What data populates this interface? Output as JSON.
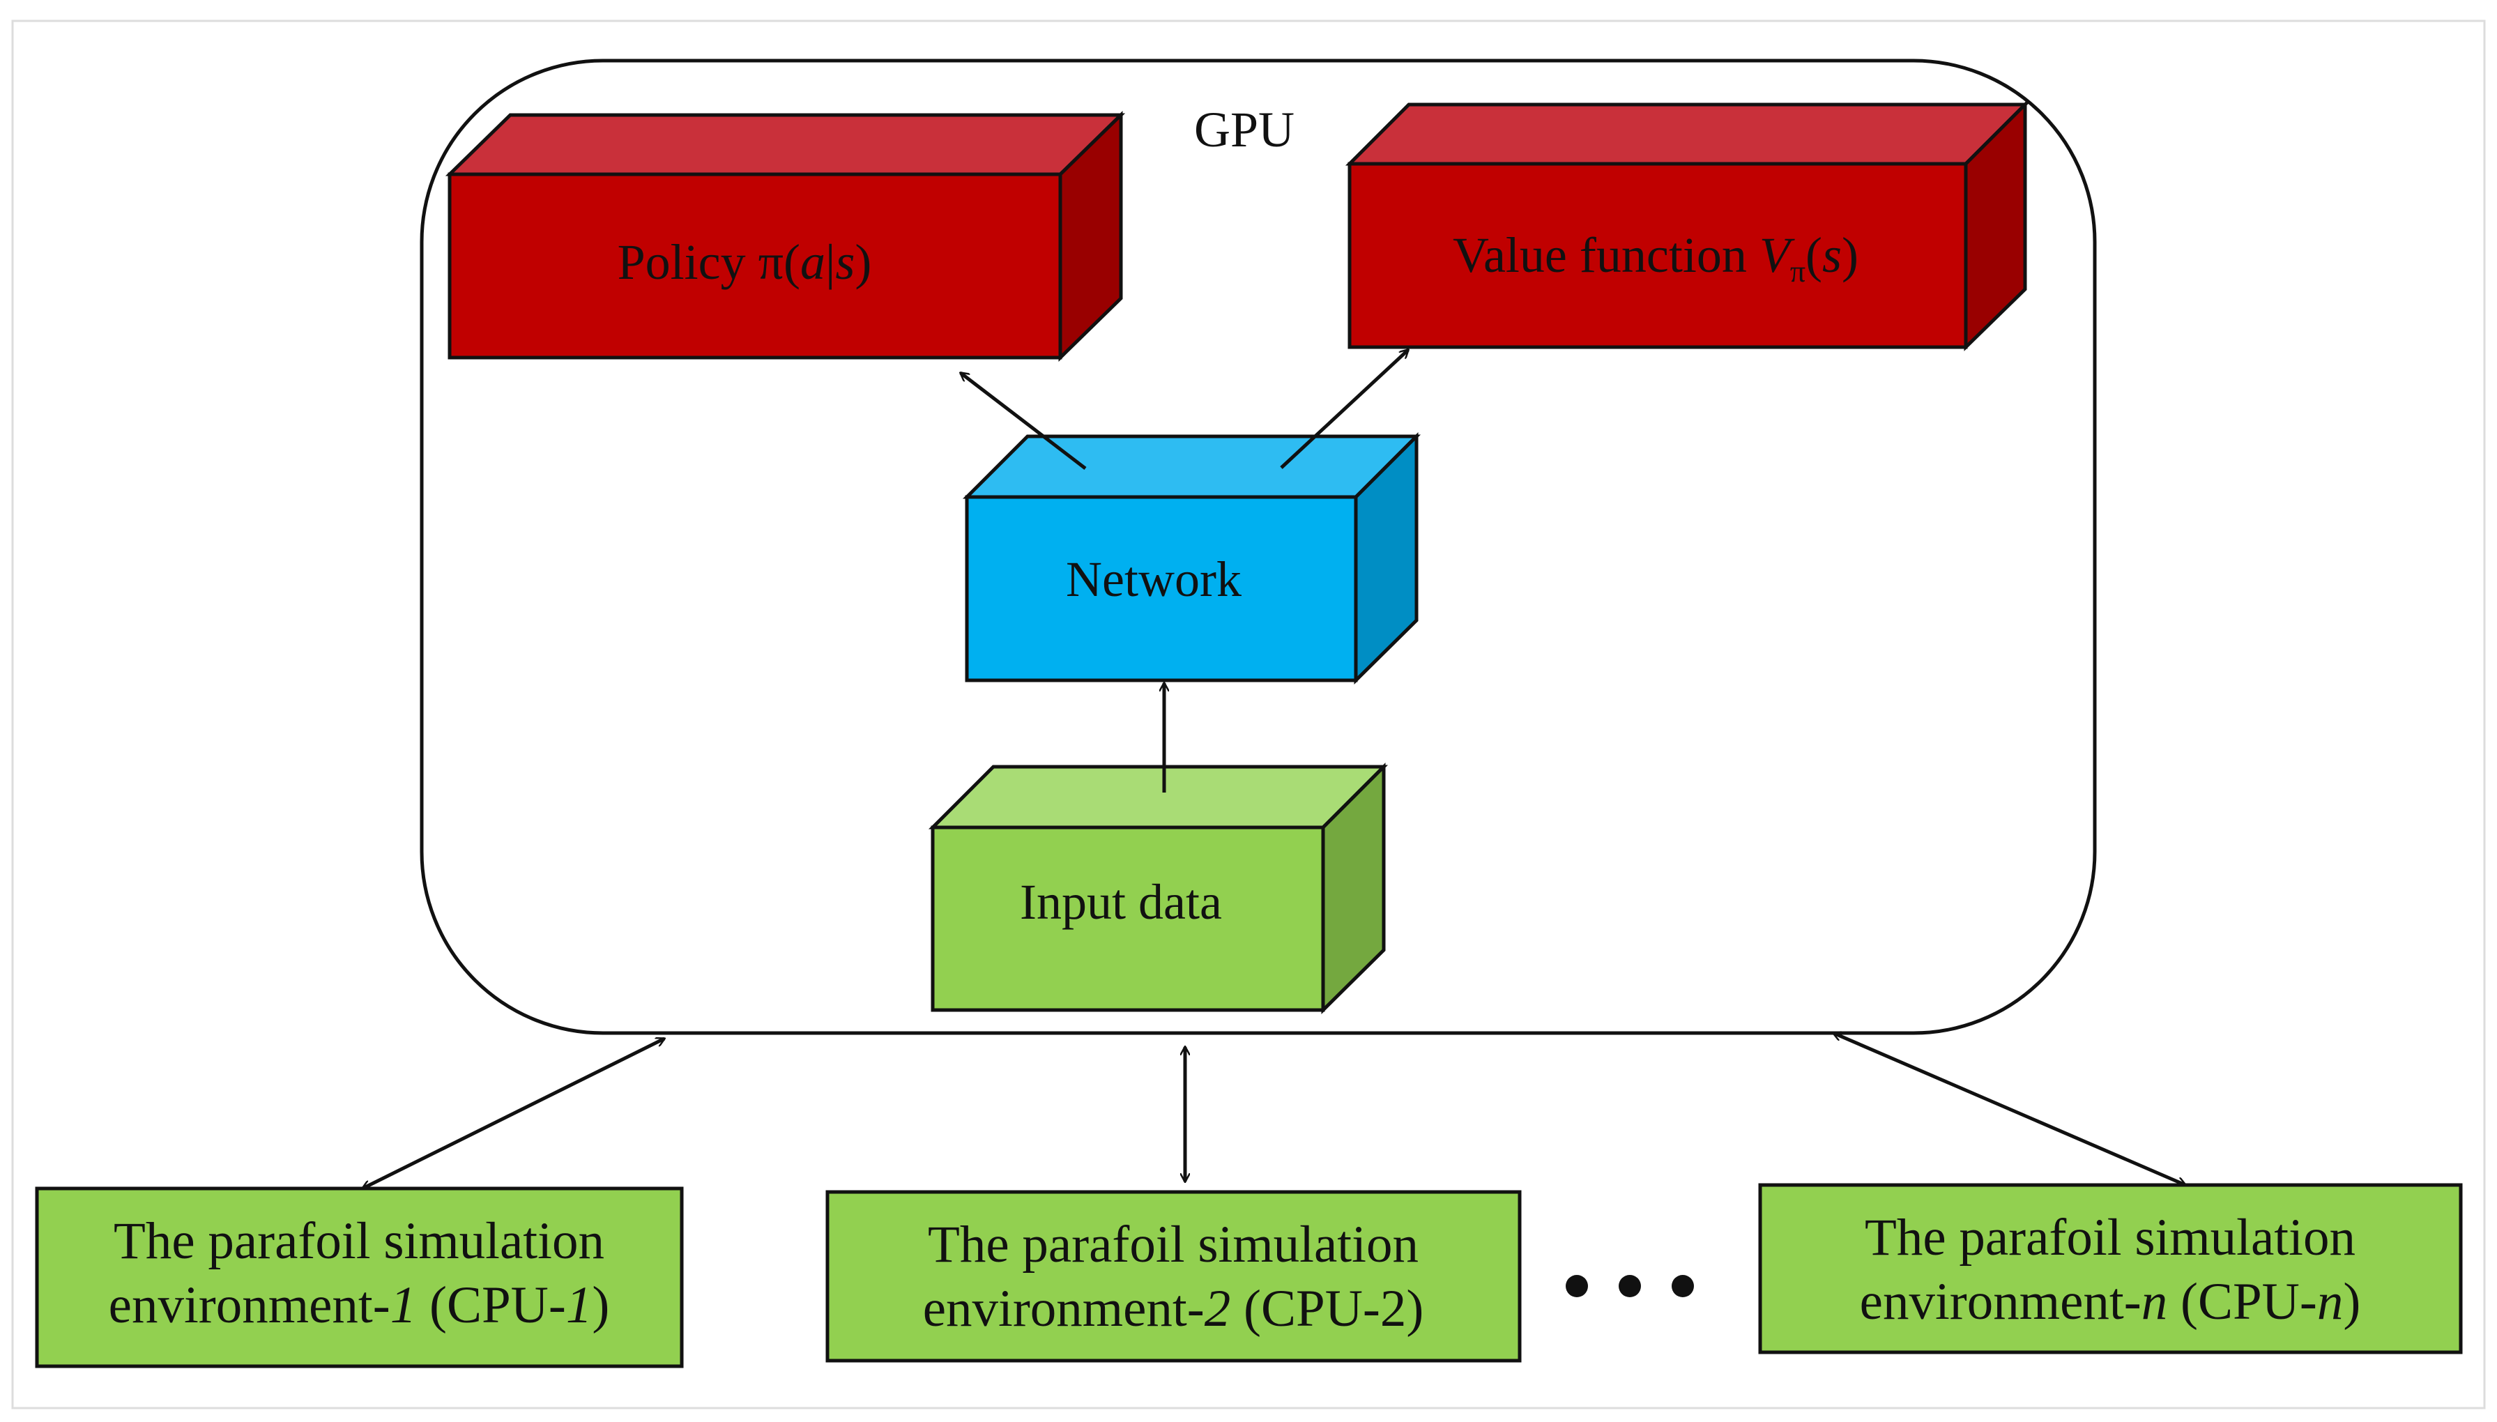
{
  "gpu": {
    "label": "GPU"
  },
  "policy": {
    "prefix": "Policy ",
    "pi": "π",
    "open": "(",
    "a": "a",
    "bar": "|",
    "s": "s",
    "close": ")"
  },
  "value": {
    "prefix": "Value function ",
    "V": "V",
    "sub": "π",
    "open": "(",
    "s": "s",
    "close": ")"
  },
  "network": {
    "label": "Network"
  },
  "input": {
    "label": "Input data"
  },
  "env1": {
    "line1": "The parafoil simulation",
    "line2_prefix": "environment-",
    "line2_idx": "1",
    "line2_mid": " (CPU-",
    "line2_idx2": "1",
    "line2_end": ")"
  },
  "env2": {
    "line1": "The parafoil simulation",
    "line2_prefix": "environment-",
    "line2_idx": "2",
    "line2_mid": " (CPU-2)"
  },
  "envn": {
    "line1": "The parafoil simulation",
    "line2_prefix": "environment-",
    "line2_idx": "n",
    "line2_mid": " (CPU-",
    "line2_idx2": "n",
    "line2_end": ")"
  },
  "colors": {
    "red_front": "#c00000",
    "red_top": "#c9303a",
    "red_side": "#990000",
    "blue_front": "#00b0f0",
    "blue_top": "#2ebcf2",
    "blue_side": "#008ec4",
    "green_front": "#92d050",
    "green_top": "#a9dc75",
    "green_side": "#74a83f"
  }
}
